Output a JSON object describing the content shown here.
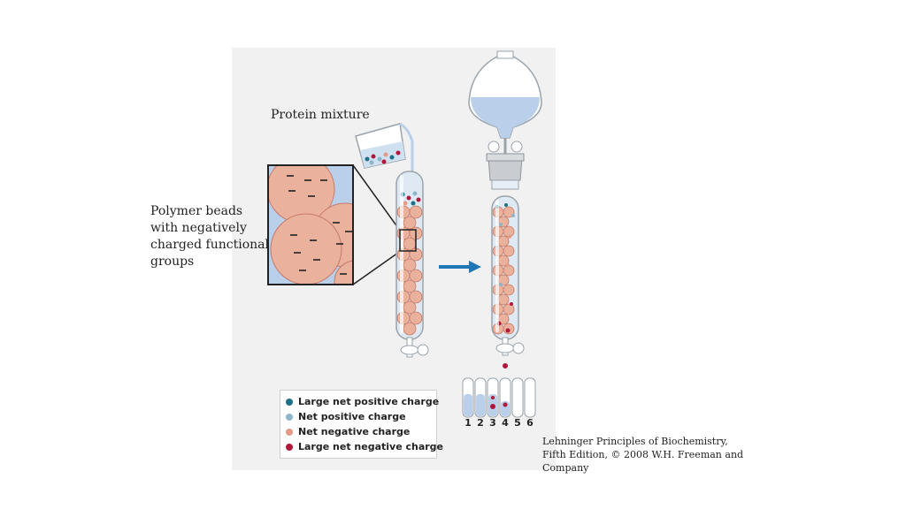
{
  "labels": {
    "protein_mixture": "Protein mixture",
    "polymer_beads": [
      "Polymer beads",
      "with negatively",
      "charged functional",
      "groups"
    ]
  },
  "legend": [
    {
      "text": "Large net positive charge",
      "color": "#1d6f8a"
    },
    {
      "text": "Net positive charge",
      "color": "#8fb6c8"
    },
    {
      "text": "Net negative charge",
      "color": "#e39a86"
    },
    {
      "text": "Large net negative charge",
      "color": "#b0173a"
    }
  ],
  "fractions": [
    "1",
    "2",
    "3",
    "4",
    "5",
    "6"
  ],
  "citation": [
    "Lehninger Principles of Biochemistry,",
    "Fifth Edition, © 2008 W.H. Freeman and",
    "Company"
  ],
  "colors": {
    "bead": "#eab19d",
    "bead_stroke": "#c77a66",
    "buffer": "#b9cfea",
    "arrow": "#1f77b8",
    "panel": "#f1f1f1"
  }
}
